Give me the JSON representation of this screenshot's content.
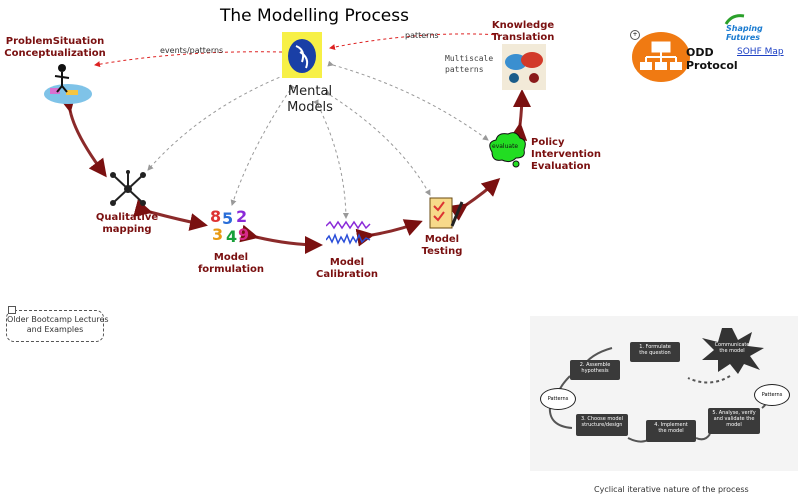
{
  "title": "The Modelling Process",
  "nodes": {
    "problem": "ProblemSituation\nConceptualization",
    "mental": "Mental\nModels",
    "knowledge": "Knowledge\nTranslation",
    "policy": "Policy\nIntervention\nEvaluation",
    "qualitative": "Qualitative\nmapping",
    "formulation": "Model\nformulation",
    "calibration": "Model\nCalibration",
    "testing": "Model\nTesting"
  },
  "edge_labels": {
    "events_patterns": "events/patterns",
    "patterns": "patterns",
    "multiscale": "Multiscale\npatterns",
    "evaluate": "evaluate"
  },
  "odd": {
    "label": "ODD\nProtocol",
    "link": "SOHF Map",
    "brand": "Shaping\nFutures"
  },
  "older_link": "Older Bootcamp Lectures\nand Examples",
  "caption": "Cyclical iterative nature of the process",
  "cycle": {
    "formulate": "1. Formulate\nthe question",
    "hypothesis": "2. Assemble\nhypothesis",
    "choose": "3. Choose model\nstructure/design",
    "implement": "4. Implement\nthe model",
    "analyse": "5. Analyse, verify\nand validate the\nmodel",
    "communicate": "Communicate\nthe model",
    "patterns_left": "Patterns",
    "patterns_right": "Patterns"
  },
  "colors": {
    "accent_red": "#7a1010",
    "odd_orange": "#f07a12",
    "link_blue": "#1d40c4"
  }
}
